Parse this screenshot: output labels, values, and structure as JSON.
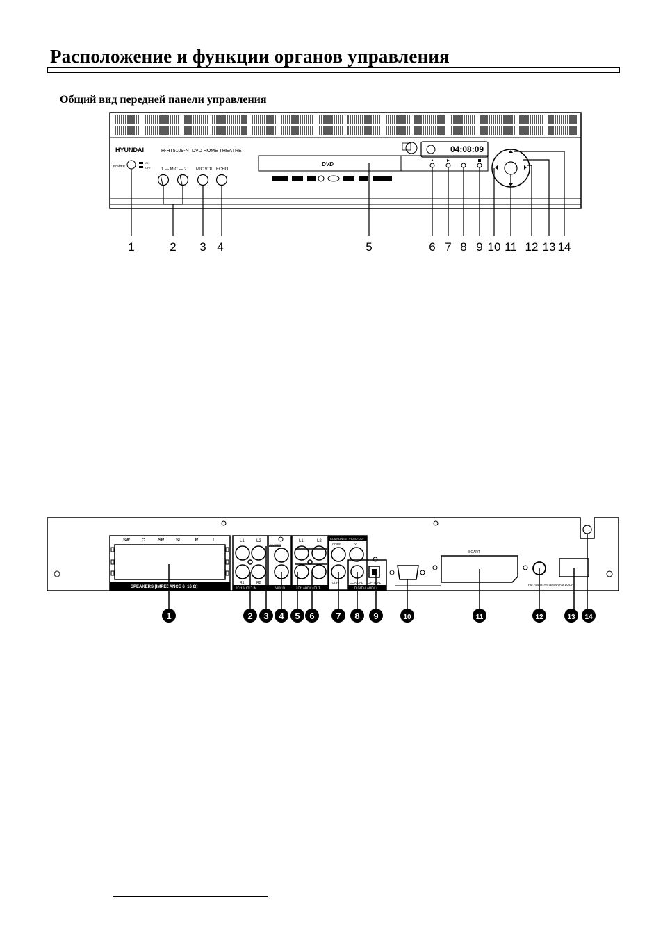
{
  "page": {
    "title": "Расположение и функции органов управления",
    "subtitle": "Общий вид передней панели управления"
  },
  "front_panel": {
    "brand": "HYUNDAI",
    "model": "H-HT5109-N",
    "product": "DVD HOME THEATRE",
    "power_label": "POWER",
    "on_label": "ON",
    "off_label": "OFF",
    "mic_label": "1 — MIC — 2",
    "mic_vol_label": "MIC VOL",
    "echo_label": "ECHO",
    "display_time": "04:08:09",
    "dvd_logo": "DVD",
    "callouts": [
      "1",
      "2",
      "3",
      "4",
      "5",
      "6",
      "7",
      "8",
      "9",
      "10",
      "11",
      "12",
      "13",
      "14"
    ]
  },
  "rear_panel": {
    "speaker_channels": [
      "SW",
      "C",
      "SR",
      "SL",
      "R",
      "L"
    ],
    "speakers_label": "SPEAKERS   [IMPEDANCE 6~16 Ω]",
    "audio_in_label": "2CH AUDIO IN",
    "video_label": "VIDEO",
    "audio_out_label": "2CH AUDIO OUT",
    "component_label": "COMPONENT VIDEO OUT",
    "digital_label": "DIGITAL AUDIO",
    "coaxial_label": "COAXIAL",
    "optical_label": "OPTICAL",
    "svideo_label": "S-VIDEO",
    "scart_label": "SCART",
    "antenna_label": "FM 75ohm ANTENNA AM LOOP",
    "l1": "L1",
    "l2": "L2",
    "r1": "R1",
    "r2": "R2",
    "cb": "Cb/Pb",
    "cr": "Cr/Pr",
    "y": "Y",
    "callouts": [
      "1",
      "2",
      "3",
      "4",
      "5",
      "6",
      "7",
      "8",
      "9",
      "10",
      "11",
      "12",
      "13",
      "14"
    ]
  }
}
